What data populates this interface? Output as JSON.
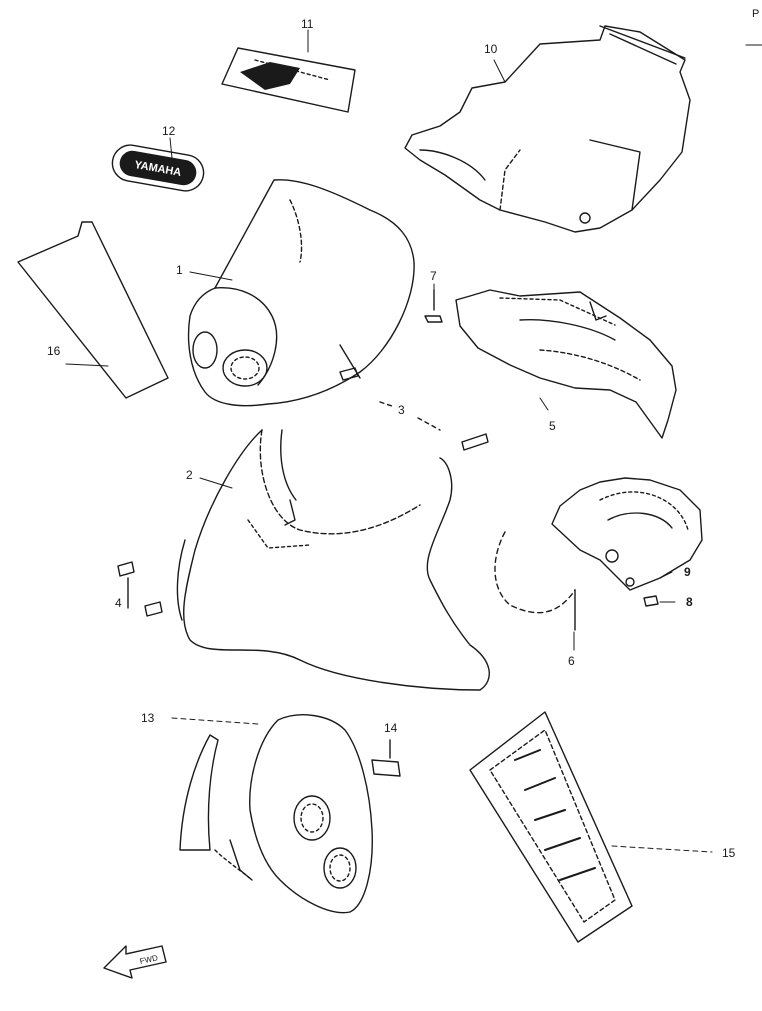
{
  "page": {
    "corner_text": "P"
  },
  "callouts": {
    "c1": "1",
    "c2": "2",
    "c3": "3",
    "c4": "4",
    "c5": "5",
    "c6": "6",
    "c7": "7",
    "c8": "8",
    "c9": "9",
    "c10": "10",
    "c11": "11",
    "c12": "12",
    "c13": "13",
    "c14": "14",
    "c15": "15",
    "c16": "16"
  },
  "decals": {
    "emblem_text": "YAMAHA",
    "fwd_arrow_text": "FWD"
  },
  "colors": {
    "ink": "#1a1a1a",
    "paper": "#ffffff"
  }
}
